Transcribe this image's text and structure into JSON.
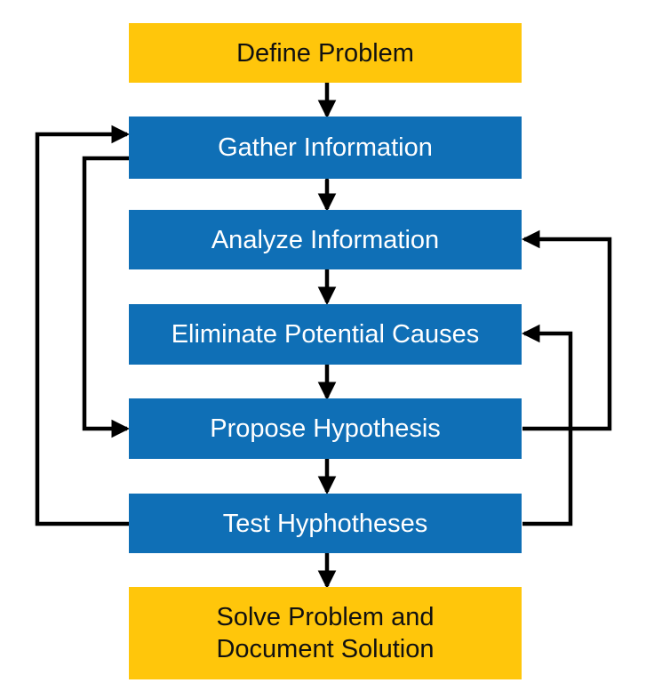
{
  "diagram": {
    "steps": {
      "define": "Define Problem",
      "gather": "Gather Information",
      "analyze": "Analyze Information",
      "eliminate": "Eliminate Potential Causes",
      "propose": "Propose Hypothesis",
      "test": "Test Hyphotheses",
      "solve_line1": "Solve Problem and",
      "solve_line2": "Document Solution"
    },
    "colors": {
      "start_end_fill": "#FFC60B",
      "process_fill": "#0F6FB6",
      "process_text": "#FFFFFF",
      "arrow": "#000000"
    }
  }
}
